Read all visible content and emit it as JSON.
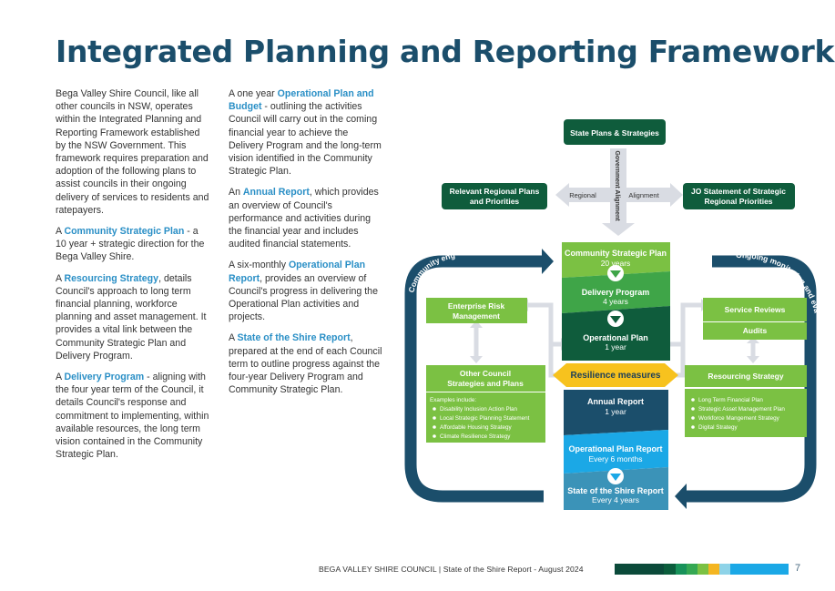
{
  "page": {
    "title": "Integrated Planning and Reporting Framework",
    "footer": "BEGA VALLEY SHIRE COUNCIL | State of the Shire Report - August 2024",
    "page_number": "7",
    "footer_colors": [
      "#0b4a3a",
      "#0b5d3c",
      "#18925a",
      "#35a853",
      "#7bc143",
      "#f4b521",
      "#8ed3e8",
      "#1ba8e6"
    ]
  },
  "col1": {
    "intro": "Bega Valley Shire Council, like all other councils in NSW, operates within the Integrated Planning and Reporting Framework established by the NSW Government. This framework requires preparation and adoption of the following plans to assist councils in their ongoing delivery of services to residents and ratepayers.",
    "csp": {
      "pre": "A ",
      "link": "Community Strategic Plan",
      "text": " - a 10 year + strategic direction for the Bega Valley Shire."
    },
    "rs": {
      "pre": "A ",
      "link": "Resourcing Strategy",
      "text": ", details Council's approach to long term financial planning, workforce planning and asset management. It provides a vital link between the Community Strategic Plan and Delivery Program."
    },
    "dp": {
      "pre": "A ",
      "link": "Delivery Program",
      "text": " - aligning with the four year term of the Council, it details Council's response and commitment to implementing, within available resources, the long term vision contained in the Community Strategic Plan."
    }
  },
  "col2": {
    "op": {
      "pre": "A one year ",
      "link": "Operational Plan and Budget",
      "text": " - outlining the activities Council will carry out in the coming financial year to achieve the Delivery Program and the long-term vision identified in the Community Strategic Plan."
    },
    "ar": {
      "pre": "An ",
      "link": "Annual Report",
      "text": ", which provides an overview of Council's performance and activities during the financial year and includes audited financial statements."
    },
    "opr": {
      "pre": "A six-monthly ",
      "link": "Operational Plan Report",
      "text": ", provides an overview of Council's progress in delivering the Operational Plan activities and projects."
    },
    "sosr": {
      "pre": "A ",
      "link": "State of the Shire Report",
      "text": ", prepared at the end of each Council term to outline progress against the four-year Delivery Program and Community Strategic Plan."
    }
  },
  "diagram": {
    "state_plans": "State Plans & Strategies",
    "relevant_regional": [
      "Relevant Regional Plans",
      "and Priorities"
    ],
    "jo_statement": [
      "JO Statement of Strategic",
      "Regional Priorities"
    ],
    "arrow_regional": "Regional",
    "arrow_alignment": "Alignment",
    "arrow_government": "Government Alignment",
    "community_engagement": "Community engagement",
    "ongoing_monitoring": "Ongoing monitoring and evaluation",
    "csp": {
      "title": "Community Strategic Plan",
      "sub": "20 years"
    },
    "delivery": {
      "title": "Delivery Program",
      "sub": "4 years"
    },
    "operational": {
      "title": "Operational Plan",
      "sub": "1 year"
    },
    "resilience": "Resilience measures",
    "annual": {
      "title": "Annual Report",
      "sub": "1 year"
    },
    "opr": {
      "title": "Operational Plan Report",
      "sub": "Every 6 months"
    },
    "sosr": {
      "title": "State of the Shire Report",
      "sub": "Every 4 years"
    },
    "erm": [
      "Enterprise Risk",
      "Management"
    ],
    "other_council": [
      "Other Council",
      "Strategies and Plans"
    ],
    "examples_title": "Examples include:",
    "examples": [
      "Disability Inclusion Action Plan",
      "Local Strategic Planning Statement",
      "Affordable Housing Strategy",
      "Climate Resilience Strategy"
    ],
    "service_reviews": "Service Reviews",
    "audits": "Audits",
    "resourcing": "Resourcing Strategy",
    "resourcing_items": [
      "Long Term Financial Plan",
      "Strategic Asset Management Plan",
      "Workforce Mangement Strategy",
      "Digital Strategy"
    ]
  }
}
